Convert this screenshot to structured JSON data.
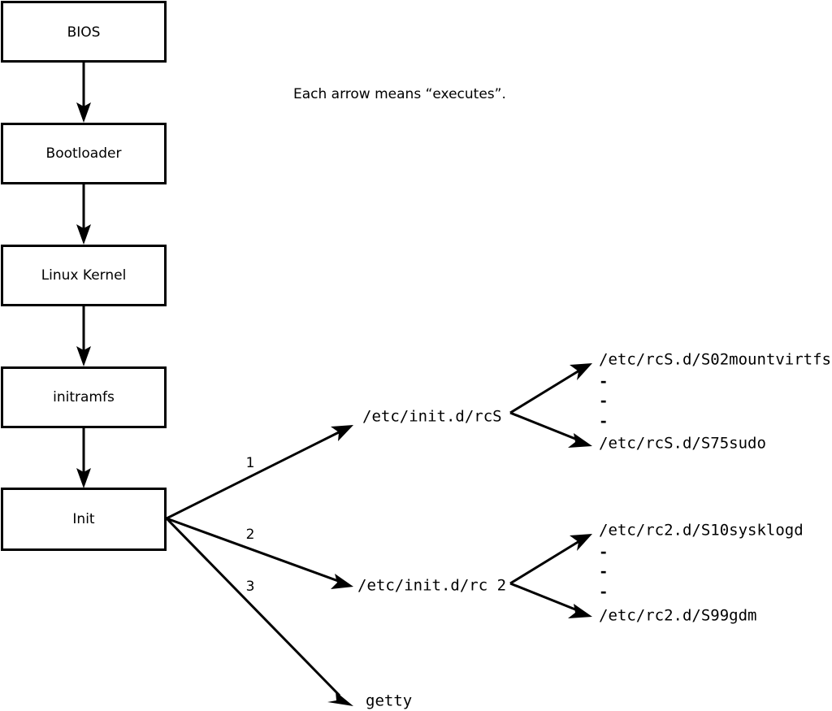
{
  "diagram": {
    "title": "Linux boot process flow diagram",
    "caption": "Each arrow means “executes”.",
    "colors": {
      "stroke": "#000000",
      "fill": "#ffffff",
      "background": "#ffffff"
    },
    "boxes": [
      {
        "id": "bios",
        "label": "BIOS"
      },
      {
        "id": "bootloader",
        "label": "Bootloader"
      },
      {
        "id": "kernel",
        "label": "Linux Kernel"
      },
      {
        "id": "initramfs",
        "label": "initramfs"
      },
      {
        "id": "init",
        "label": "Init"
      }
    ],
    "init_branches": [
      {
        "number": "1",
        "target": "/etc/init.d/rcS"
      },
      {
        "number": "2",
        "target": "/etc/init.d/rc 2"
      },
      {
        "number": "3",
        "target": "getty"
      }
    ],
    "rcS_scripts": {
      "first": "/etc/rcS.d/S02mountvirtfs",
      "ellipsis": [
        "-",
        "-",
        "-"
      ],
      "last": "/etc/rcS.d/S75sudo"
    },
    "rc2_scripts": {
      "first": "/etc/rc2.d/S10sysklogd",
      "ellipsis": [
        "-",
        "-",
        "-"
      ],
      "last": "/etc/rc2.d/S99gdm"
    }
  }
}
